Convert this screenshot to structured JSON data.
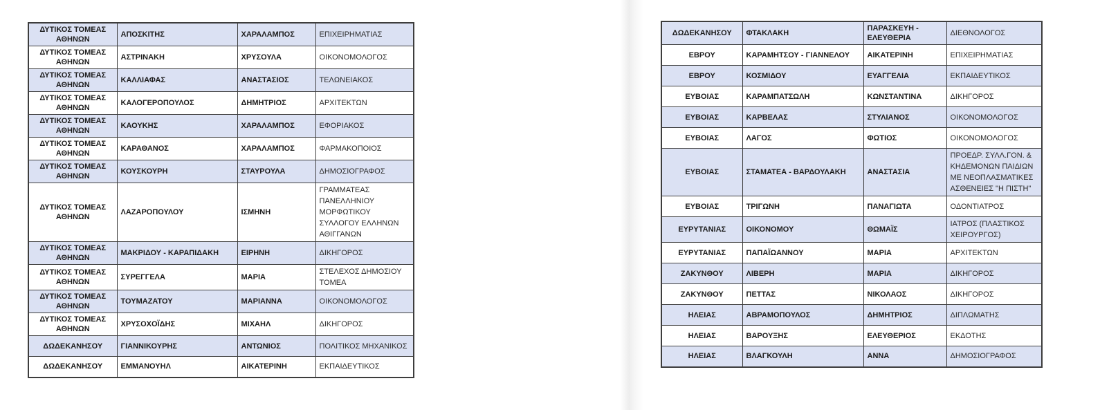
{
  "document": {
    "kind": "two-page spread of a member list document",
    "columns": [
      "region",
      "surname",
      "firstname",
      "profession"
    ]
  },
  "colors": {
    "page_background": "#ffffff",
    "row_shade": "#dbe1f3",
    "row_plain": "#ffffff",
    "table_border": "#3d3d3d",
    "text": "#1c1c1c"
  },
  "left_table": {
    "rows": [
      {
        "region": "ΔΥΤΙΚΟΣ ΤΟΜΕΑΣ ΑΘΗΝΩΝ",
        "surname": "ΑΠΟΣΚΙΤΗΣ",
        "firstname": "ΧΑΡΑΛΑΜΠΟΣ",
        "profession": "ΕΠΙΧΕΙΡΗΜΑΤΙΑΣ"
      },
      {
        "region": "ΔΥΤΙΚΟΣ ΤΟΜΕΑΣ ΑΘΗΝΩΝ",
        "surname": "ΑΣΤΡΙΝΑΚΗ",
        "firstname": "ΧΡΥΣΟΥΛΑ",
        "profession": "ΟΙΚΟΝΟΜΟΛΟΓΟΣ"
      },
      {
        "region": "ΔΥΤΙΚΟΣ ΤΟΜΕΑΣ ΑΘΗΝΩΝ",
        "surname": "ΚΑΛΛΙΑΦΑΣ",
        "firstname": "ΑΝΑΣΤΑΣΙΟΣ",
        "profession": "ΤΕΛΩΝΕΙΑΚΟΣ"
      },
      {
        "region": "ΔΥΤΙΚΟΣ ΤΟΜΕΑΣ ΑΘΗΝΩΝ",
        "surname": "ΚΑΛΟΓΕΡΟΠΟΥΛΟΣ",
        "firstname": "ΔΗΜΗΤΡΙΟΣ",
        "profession": "ΑΡΧΙΤΕΚΤΩΝ"
      },
      {
        "region": "ΔΥΤΙΚΟΣ ΤΟΜΕΑΣ ΑΘΗΝΩΝ",
        "surname": "ΚΑΟΥΚΗΣ",
        "firstname": "ΧΑΡΑΛΑΜΠΟΣ",
        "profession": "ΕΦΟΡΙΑΚΟΣ"
      },
      {
        "region": "ΔΥΤΙΚΟΣ ΤΟΜΕΑΣ ΑΘΗΝΩΝ",
        "surname": "ΚΑΡΑΘΑΝΟΣ",
        "firstname": "ΧΑΡΑΛΑΜΠΟΣ",
        "profession": "ΦΑΡΜΑΚΟΠΟΙΟΣ"
      },
      {
        "region": "ΔΥΤΙΚΟΣ ΤΟΜΕΑΣ ΑΘΗΝΩΝ",
        "surname": "ΚΟΥΣΚΟΥΡΗ",
        "firstname": "ΣΤΑΥΡΟΥΛΑ",
        "profession": "ΔΗΜΟΣΙΟΓΡΑΦΟΣ"
      },
      {
        "region": "ΔΥΤΙΚΟΣ ΤΟΜΕΑΣ ΑΘΗΝΩΝ",
        "surname": "ΛΑΖΑΡΟΠΟΥΛΟΥ",
        "firstname": "ΙΣΜΗΝΗ",
        "profession": "ΓΡΑΜΜΑΤΕΑΣ ΠΑΝΕΛΛΗΝΙΟΥ ΜΟΡΦΩΤΙΚΟΥ ΣΥΛΛΟΓΟΥ ΕΛΛΗΝΩΝ ΑΘΙΓΓΑΝΩΝ"
      },
      {
        "region": "ΔΥΤΙΚΟΣ ΤΟΜΕΑΣ ΑΘΗΝΩΝ",
        "surname": "ΜΑΚΡΙΔΟΥ - ΚΑΡΑΠΙΔΑΚΗ",
        "firstname": "ΕΙΡΗΝΗ",
        "profession": "ΔΙΚΗΓΟΡΟΣ"
      },
      {
        "region": "ΔΥΤΙΚΟΣ ΤΟΜΕΑΣ ΑΘΗΝΩΝ",
        "surname": "ΣΥΡΕΓΓΕΛΑ",
        "firstname": "ΜΑΡΙΑ",
        "profession": "ΣΤΕΛΕΧΟΣ ΔΗΜΟΣΙΟΥ ΤΟΜΕΑ"
      },
      {
        "region": "ΔΥΤΙΚΟΣ ΤΟΜΕΑΣ ΑΘΗΝΩΝ",
        "surname": "ΤΟΥΜΑΖΑΤΟΥ",
        "firstname": "ΜΑΡΙΑΝΝΑ",
        "profession": "ΟΙΚΟΝΟΜΟΛΟΓΟΣ"
      },
      {
        "region": "ΔΥΤΙΚΟΣ ΤΟΜΕΑΣ ΑΘΗΝΩΝ",
        "surname": "ΧΡΥΣΟΧΟΪΔΗΣ",
        "firstname": "ΜΙΧΑΗΛ",
        "profession": "ΔΙΚΗΓΟΡΟΣ"
      },
      {
        "region": "ΔΩΔΕΚΑΝΗΣΟΥ",
        "surname": "ΓΙΑΝΝΙΚΟΥΡΗΣ",
        "firstname": "ΑΝΤΩΝΙΟΣ",
        "profession": "ΠΟΛΙΤΙΚΟΣ ΜΗΧΑΝΙΚΟΣ"
      },
      {
        "region": "ΔΩΔΕΚΑΝΗΣΟΥ",
        "surname": "ΕΜΜΑΝΟΥΗΛ",
        "firstname": "ΑΙΚΑΤΕΡΙΝΗ",
        "profession": "ΕΚΠΑΙΔΕΥΤΙΚΟΣ"
      }
    ]
  },
  "right_table": {
    "rows": [
      {
        "region": "ΔΩΔΕΚΑΝΗΣΟΥ",
        "surname": "ΦΤΑΚΛΑΚΗ",
        "firstname": "ΠΑΡΑΣΚΕΥΗ - ΕΛΕΥΘΕΡΙΑ",
        "profession": "ΔΙΕΘΝΟΛΟΓΟΣ"
      },
      {
        "region": "ΕΒΡΟΥ",
        "surname": "ΚΑΡΑΜΗΤΣΟΥ - ΓΙΑΝΝΕΛΟΥ",
        "firstname": "ΑΙΚΑΤΕΡΙΝΗ",
        "profession": "ΕΠΙΧΕΙΡΗΜΑΤΙΑΣ"
      },
      {
        "region": "ΕΒΡΟΥ",
        "surname": "ΚΟΣΜΙΔΟΥ",
        "firstname": "ΕΥΑΓΓΕΛΙΑ",
        "profession": "ΕΚΠΑΙΔΕΥΤΙΚΟΣ"
      },
      {
        "region": "ΕΥΒΟΙΑΣ",
        "surname": "ΚΑΡΑΜΠΑΤΣΩΛΗ",
        "firstname": "ΚΩΝΣΤΑΝΤΙΝΑ",
        "profession": "ΔΙΚΗΓΟΡΟΣ"
      },
      {
        "region": "ΕΥΒΟΙΑΣ",
        "surname": "ΚΑΡΒΕΛΑΣ",
        "firstname": "ΣΤΥΛΙΑΝΟΣ",
        "profession": "ΟΙΚΟΝΟΜΟΛΟΓΟΣ"
      },
      {
        "region": "ΕΥΒΟΙΑΣ",
        "surname": "ΛΑΓΟΣ",
        "firstname": "ΦΩΤΙΟΣ",
        "profession": "ΟΙΚΟΝΟΜΟΛΟΓΟΣ"
      },
      {
        "region": "ΕΥΒΟΙΑΣ",
        "surname": "ΣΤΑΜΑΤΕΑ - ΒΑΡΔΟΥΛΑΚΗ",
        "firstname": "ΑΝΑΣΤΑΣΙΑ",
        "profession": "ΠΡΟΕΔΡ. ΣΥΛΛ.ΓΟΝ. & ΚΗΔΕΜΟΝΩΝ ΠΑΙΔΙΩΝ ΜΕ ΝΕΟΠΛΑΣΜΑΤΙΚΕΣ ΑΣΘΕΝΕΙΕΣ \"Η ΠΙΣΤΗ\""
      },
      {
        "region": "ΕΥΒΟΙΑΣ",
        "surname": "ΤΡΙΓΩΝΗ",
        "firstname": "ΠΑΝΑΓΙΩΤΑ",
        "profession": "ΟΔΟΝΤΙΑΤΡΟΣ"
      },
      {
        "region": "ΕΥΡΥΤΑΝΙΑΣ",
        "surname": "ΟΙΚΟΝΟΜΟΥ",
        "firstname": "ΘΩΜΑΪΣ",
        "profession": "ΙΑΤΡΟΣ (ΠΛΑΣΤΙΚΟΣ ΧΕΙΡΟΥΡΓΟΣ)"
      },
      {
        "region": "ΕΥΡΥΤΑΝΙΑΣ",
        "surname": "ΠΑΠΑΪΩΑΝΝΟΥ",
        "firstname": "ΜΑΡΙΑ",
        "profession": "ΑΡΧΙΤΕΚΤΩΝ"
      },
      {
        "region": "ΖΑΚΥΝΘΟΥ",
        "surname": "ΛΙΒΕΡΗ",
        "firstname": "ΜΑΡΙΑ",
        "profession": "ΔΙΚΗΓΟΡΟΣ"
      },
      {
        "region": "ΖΑΚΥΝΘΟΥ",
        "surname": "ΠΕΤΤΑΣ",
        "firstname": "ΝΙΚΟΛΑΟΣ",
        "profession": "ΔΙΚΗΓΟΡΟΣ"
      },
      {
        "region": "ΗΛΕΙΑΣ",
        "surname": "ΑΒΡΑΜΟΠΟΥΛΟΣ",
        "firstname": "ΔΗΜΗΤΡΙΟΣ",
        "profession": "ΔΙΠΛΩΜΑΤΗΣ"
      },
      {
        "region": "ΗΛΕΙΑΣ",
        "surname": "ΒΑΡΟΥΞΗΣ",
        "firstname": "ΕΛΕΥΘΕΡΙΟΣ",
        "profession": "ΕΚΔΟΤΗΣ"
      },
      {
        "region": "ΗΛΕΙΑΣ",
        "surname": "ΒΛΑΓΚΟΥΛΗ",
        "firstname": "ΑΝΝΑ",
        "profession": "ΔΗΜΟΣΙΟΓΡΑΦΟΣ"
      }
    ]
  }
}
